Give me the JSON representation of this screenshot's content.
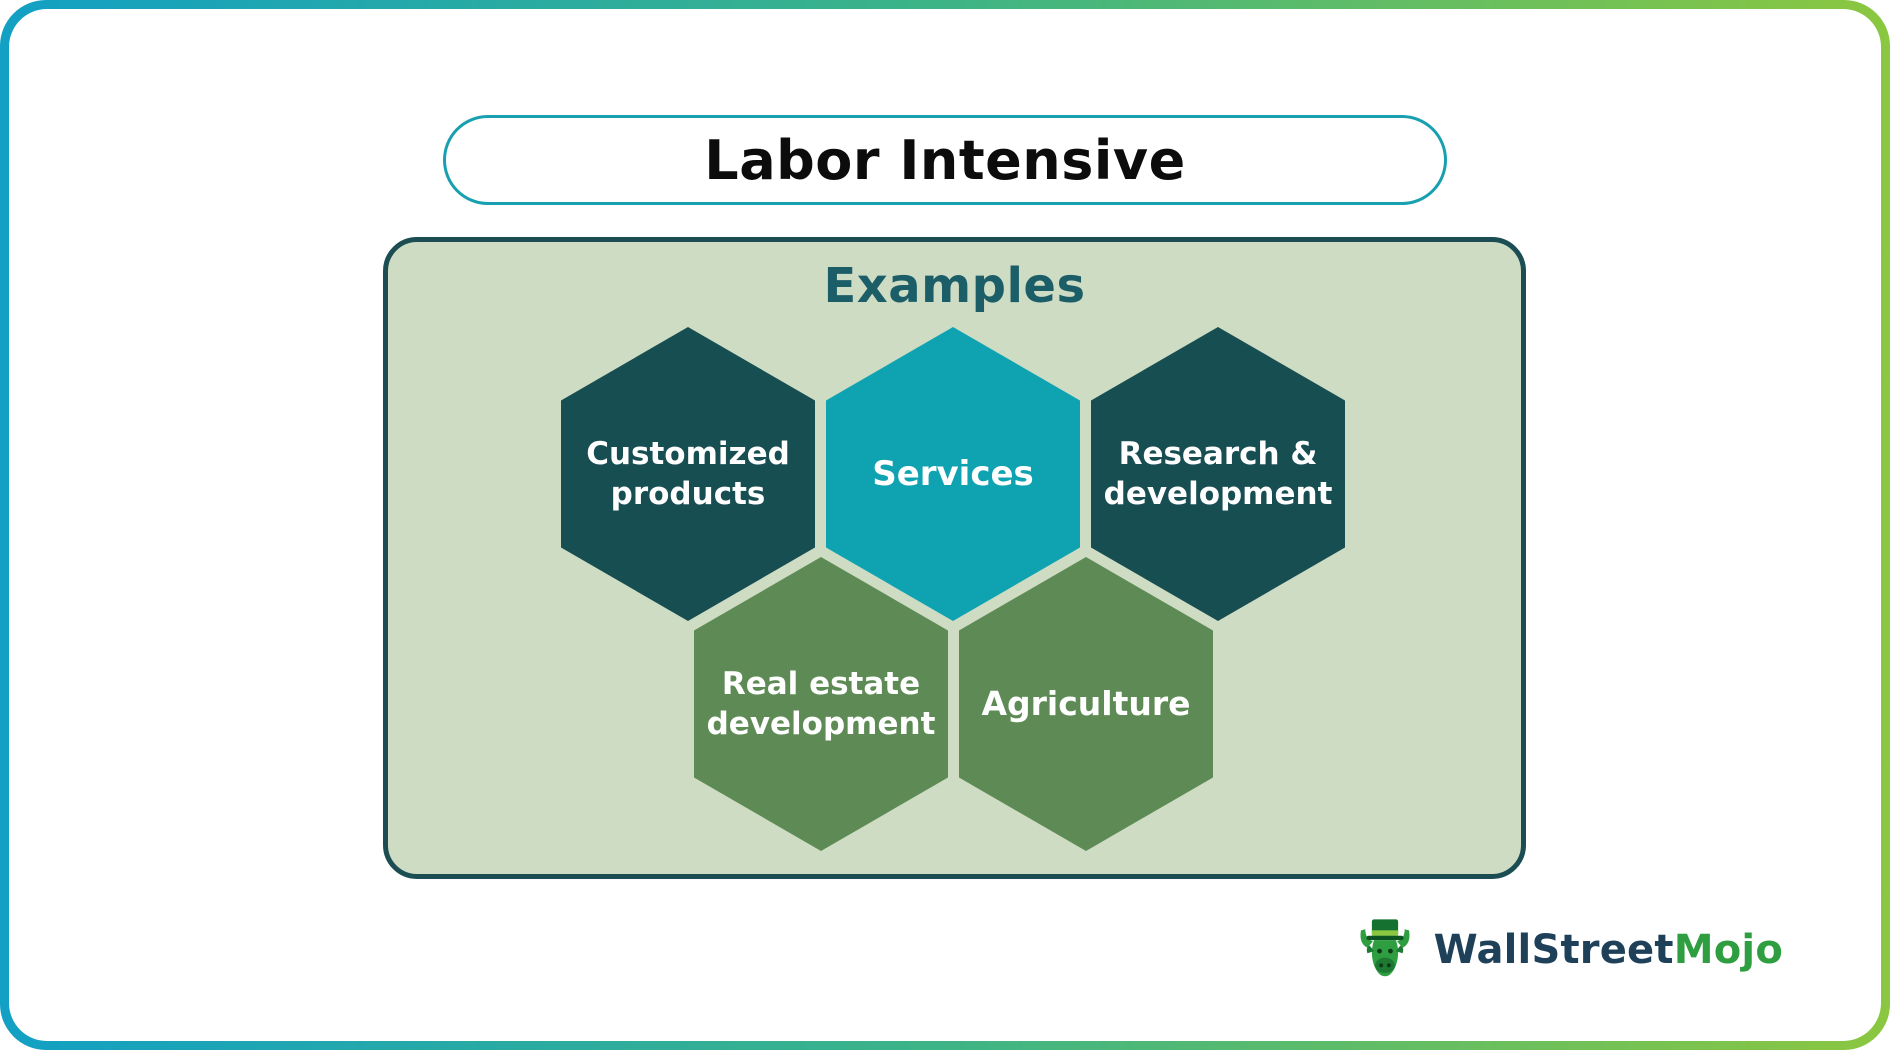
{
  "title": "Labor Intensive",
  "examples": {
    "heading": "Examples",
    "panel_bg": "#cfdcc4",
    "panel_border": "#1b4d52",
    "items": [
      {
        "label": "Customized products",
        "color": "#174e52"
      },
      {
        "label": "Services",
        "color": "#0fa3b1"
      },
      {
        "label": "Research & development",
        "color": "#174e52"
      },
      {
        "label": "Real estate development",
        "color": "#5e8b55"
      },
      {
        "label": "Agriculture",
        "color": "#5e8b55"
      }
    ]
  },
  "brand": {
    "name_part1": "WallStreet",
    "name_part2": "Mojo",
    "part1_color": "#1e4059",
    "part2_color": "#2f9e41",
    "icon": "bull-with-hat-icon"
  },
  "frame": {
    "gradient_left": "#12a0c4",
    "gradient_right": "#8bc740",
    "title_border": "#189fb0",
    "heading_color": "#1c5e68"
  }
}
